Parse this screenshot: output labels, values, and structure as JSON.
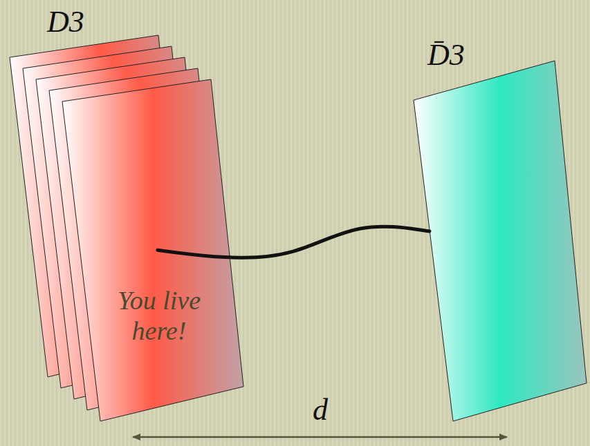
{
  "diagram": {
    "nodes": [
      {
        "text": [
          "D3",
          "You live here!"
        ]
      },
      {
        "text": [
          "D̄3"
        ]
      }
    ],
    "edges": [
      {
        "from": 0,
        "to": 1,
        "arrow": "none"
      }
    ],
    "labels": [
      "d"
    ]
  }
}
